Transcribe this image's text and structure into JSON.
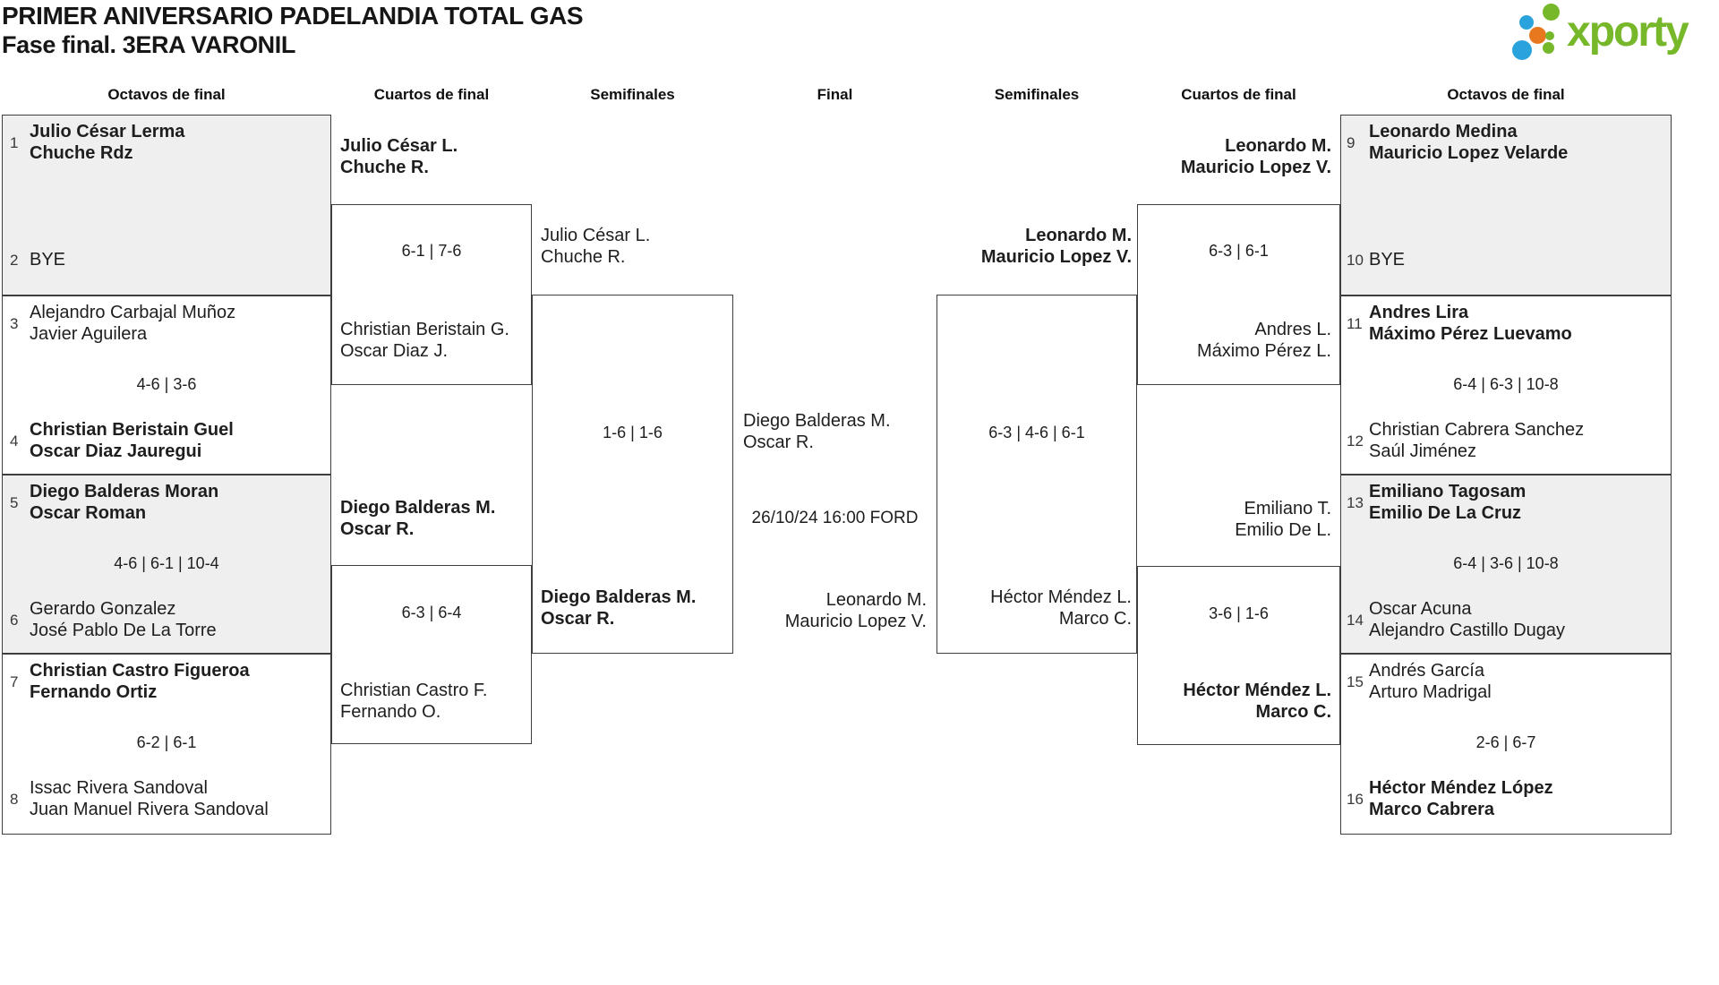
{
  "title": {
    "line1": "PRIMER ANIVERSARIO PADELANDIA TOTAL GAS",
    "line2": "Fase final. 3ERA VARONIL"
  },
  "logo": {
    "text": "xporty",
    "colors": {
      "green": "#76b82a",
      "blue": "#2aa3dc",
      "orange": "#e8781e"
    }
  },
  "rounds": [
    "Octavos de final",
    "Cuartos de final",
    "Semifinales",
    "Final",
    "Semifinales",
    "Cuartos de final",
    "Octavos de final"
  ],
  "octavos_left": [
    {
      "seed_top": "1",
      "team_top": {
        "line1": "Julio César Lerma",
        "line2": "Chuche Rdz",
        "winner": true
      },
      "score": "",
      "seed_bottom": "2",
      "team_bottom": {
        "line1": "BYE",
        "line2": "",
        "winner": false
      }
    },
    {
      "seed_top": "3",
      "team_top": {
        "line1": "Alejandro Carbajal Muñoz",
        "line2": "Javier Aguilera",
        "winner": false
      },
      "score": "4-6 | 3-6",
      "seed_bottom": "4",
      "team_bottom": {
        "line1": "Christian Beristain Guel",
        "line2": "Oscar Diaz Jauregui",
        "winner": true
      }
    },
    {
      "seed_top": "5",
      "team_top": {
        "line1": "Diego Balderas Moran",
        "line2": "Oscar Roman",
        "winner": true
      },
      "score": "4-6 | 6-1 | 10-4",
      "seed_bottom": "6",
      "team_bottom": {
        "line1": "Gerardo Gonzalez",
        "line2": "José Pablo De La Torre",
        "winner": false
      }
    },
    {
      "seed_top": "7",
      "team_top": {
        "line1": "Christian Castro Figueroa",
        "line2": "Fernando Ortiz",
        "winner": true
      },
      "score": "6-2 | 6-1",
      "seed_bottom": "8",
      "team_bottom": {
        "line1": "Issac Rivera Sandoval",
        "line2": "Juan Manuel Rivera Sandoval",
        "winner": false
      }
    }
  ],
  "octavos_right": [
    {
      "seed_top": "9",
      "team_top": {
        "line1": "Leonardo Medina",
        "line2": "Mauricio Lopez Velarde",
        "winner": true
      },
      "score": "",
      "seed_bottom": "10",
      "team_bottom": {
        "line1": "BYE",
        "line2": "",
        "winner": false
      }
    },
    {
      "seed_top": "11",
      "team_top": {
        "line1": "Andres Lira",
        "line2": "Máximo Pérez Luevamo",
        "winner": true
      },
      "score": "6-4 | 6-3 | 10-8",
      "seed_bottom": "12",
      "team_bottom": {
        "line1": "Christian Cabrera Sanchez",
        "line2": "Saúl Jiménez",
        "winner": false
      }
    },
    {
      "seed_top": "13",
      "team_top": {
        "line1": "Emiliano Tagosam",
        "line2": "Emilio De La Cruz",
        "winner": true
      },
      "score": "6-4 | 3-6 | 10-8",
      "seed_bottom": "14",
      "team_bottom": {
        "line1": "Oscar Acuna",
        "line2": "Alejandro Castillo Dugay",
        "winner": false
      }
    },
    {
      "seed_top": "15",
      "team_top": {
        "line1": "Andrés García",
        "line2": "Arturo Madrigal",
        "winner": false
      },
      "score": "2-6 | 6-7",
      "seed_bottom": "16",
      "team_bottom": {
        "line1": "Héctor Méndez López",
        "line2": "Marco Cabrera",
        "winner": true
      }
    }
  ],
  "qf_left": [
    {
      "team_top": {
        "line1": "Julio César L.",
        "line2": "Chuche R.",
        "winner": true
      },
      "score": "6-1 | 7-6",
      "team_bottom": {
        "line1": "Christian Beristain G.",
        "line2": "Oscar Diaz J.",
        "winner": false
      }
    },
    {
      "team_top": {
        "line1": "Diego Balderas M.",
        "line2": "Oscar R.",
        "winner": true
      },
      "score": "6-3 | 6-4",
      "team_bottom": {
        "line1": "Christian Castro F.",
        "line2": "Fernando O.",
        "winner": false
      }
    }
  ],
  "qf_right": [
    {
      "team_top": {
        "line1": "Leonardo M.",
        "line2": "Mauricio Lopez V.",
        "winner": true
      },
      "score": "6-3 | 6-1",
      "team_bottom": {
        "line1": "Andres L.",
        "line2": "Máximo Pérez L.",
        "winner": false
      }
    },
    {
      "team_top": {
        "line1": "Emiliano T.",
        "line2": "Emilio De L.",
        "winner": false
      },
      "score": "3-6 | 1-6",
      "team_bottom": {
        "line1": "Héctor Méndez L.",
        "line2": "Marco C.",
        "winner": true
      }
    }
  ],
  "sf_left": {
    "team_top": {
      "line1": "Julio César L.",
      "line2": "Chuche R.",
      "winner": false
    },
    "score": "1-6 | 1-6",
    "team_bottom": {
      "line1": "Diego Balderas M.",
      "line2": "Oscar R.",
      "winner": true
    }
  },
  "sf_right": {
    "team_top": {
      "line1": "Leonardo M.",
      "line2": "Mauricio Lopez V.",
      "winner": true
    },
    "score": "6-3 | 4-6 | 6-1",
    "team_bottom": {
      "line1": "Héctor Méndez L.",
      "line2": "Marco C.",
      "winner": false
    }
  },
  "final": {
    "team_top": {
      "line1": "Diego Balderas M.",
      "line2": "Oscar R.",
      "winner": false
    },
    "schedule": "26/10/24 16:00 FORD",
    "team_bottom": {
      "line1": "Leonardo M.",
      "line2": "Mauricio Lopez V.",
      "winner": false
    }
  }
}
